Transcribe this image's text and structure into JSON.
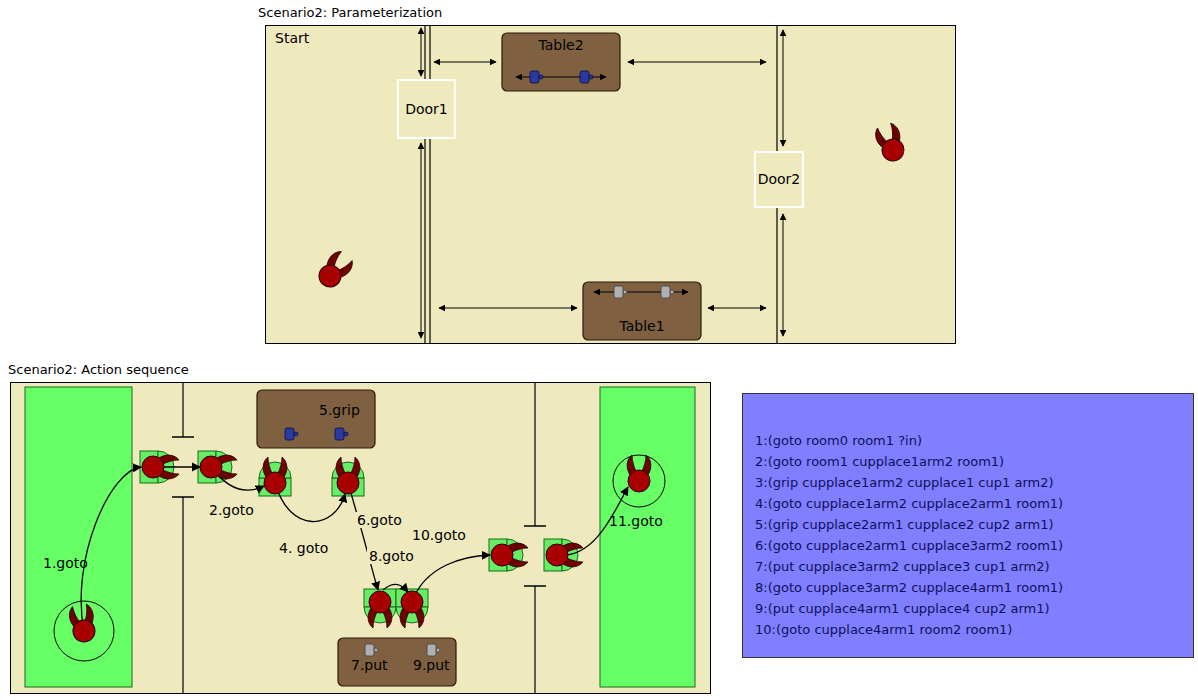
{
  "diagram": {
    "nodes": [
      {
        "text": [
          "Scenario2: Parameterization",
          "Start"
        ]
      },
      {
        "text": [
          "Door1"
        ],
        "in": 0
      },
      {
        "text": [
          "Table2"
        ],
        "in": 0
      },
      {
        "text": [
          "Door2"
        ],
        "in": 0
      },
      {
        "text": [
          "Table1"
        ],
        "in": 0
      },
      {
        "text": [
          "Scenario2: Action sequence"
        ]
      },
      {
        "text": [
          "1.goto"
        ],
        "in": 5
      },
      {
        "text": [
          "5.grip"
        ],
        "in": 5
      },
      {
        "text": [
          "7.put",
          "9.put"
        ],
        "in": 5
      },
      {
        "text": [
          "11.goto"
        ],
        "in": 5
      },
      {
        "text": [
          "1:(goto room0 room1 ?in)",
          "2:(goto room1 cupplace1arm2 room1)",
          "3:(grip cupplace1arm2 cupplace1 cup1 arm2)",
          "4:(goto cupplace1arm2 cupplace2arm1 room1)",
          "5:(grip cupplace2arm1 cupplace2 cup2 arm1)",
          "6:(goto cupplace2arm1 cupplace3arm2 room1)",
          "7:(put cupplace3arm2 cupplace3 cup1 arm2)",
          "8:(goto cupplace3arm2 cupplace4arm1 room1)",
          "9:(put cupplace4arm1 cupplace4 cup2 arm1)",
          "10:(goto cupplace4arm1 room2 room1)"
        ]
      }
    ],
    "labels": [
      "2.goto",
      "4. goto",
      "6.goto",
      "8.goto",
      "10.goto"
    ]
  }
}
